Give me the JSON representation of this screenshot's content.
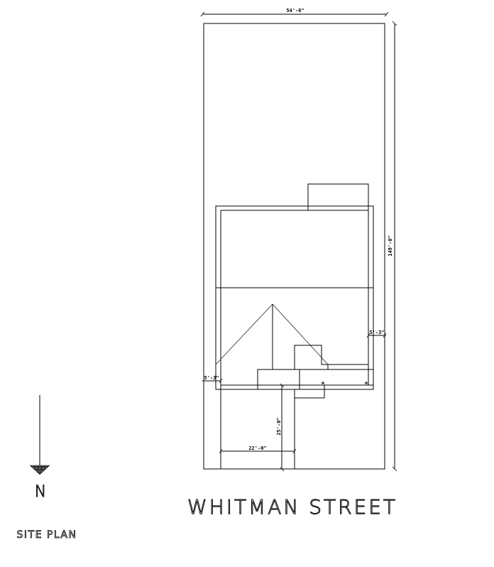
{
  "drawing": {
    "title": "SITE PLAN",
    "street_name": "WHITMAN STREET",
    "north_label": "N"
  },
  "dimensions": {
    "lot_width": "54'-6\"",
    "lot_depth": "149'-0\"",
    "side_setback_right": "5'-3\"",
    "side_setback_left": "5'-3\"",
    "front_setback": "25'-0\"",
    "driveway_width": "22'-0\""
  },
  "colors": {
    "line": "#000000",
    "background": "#ffffff"
  }
}
